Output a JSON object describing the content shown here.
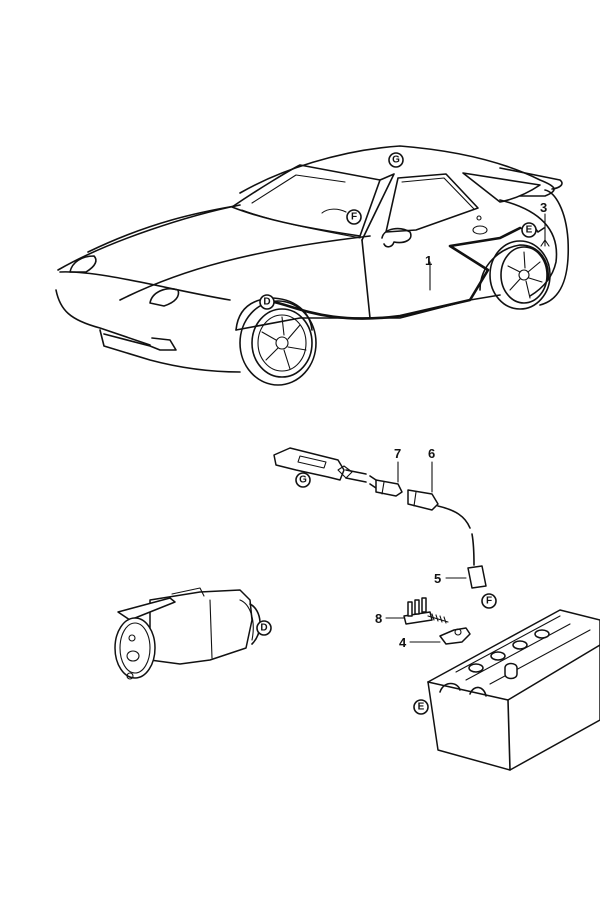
{
  "diagram": {
    "subject": "Vehicle wiring harness and components",
    "part_numbers": {
      "p1": "1",
      "p3": "3",
      "p4": "4",
      "p5": "5",
      "p6": "6",
      "p7": "7",
      "p8": "8"
    },
    "location_markers": {
      "car_roof": "G",
      "car_dash": "F",
      "car_rear": "E",
      "car_front": "D",
      "connector": "G",
      "plug": "F",
      "starter": "D",
      "battery": "E"
    }
  }
}
